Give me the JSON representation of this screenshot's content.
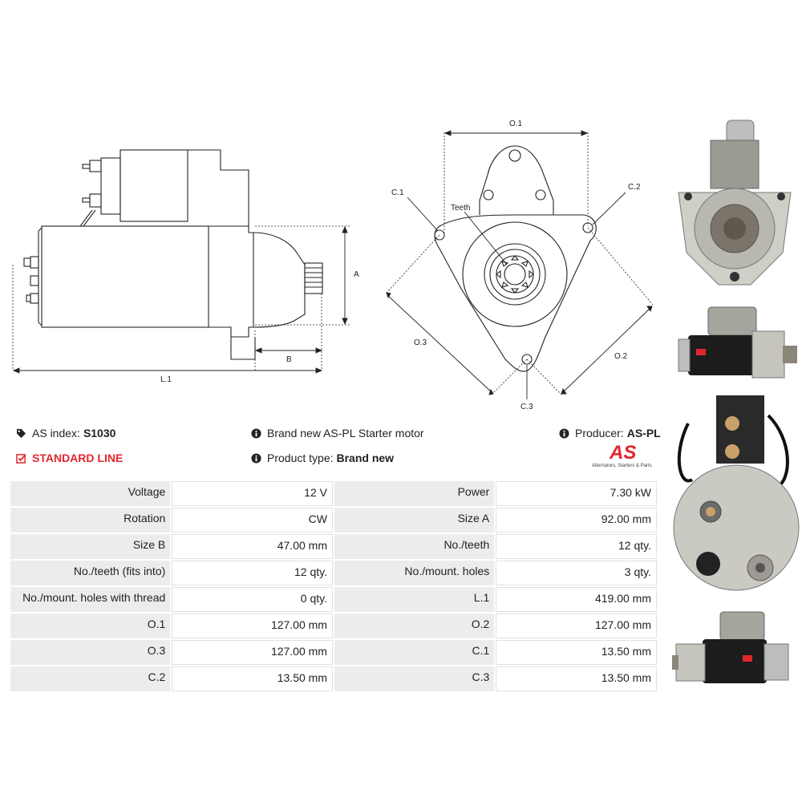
{
  "drawing_side": {
    "labels": {
      "a": "A",
      "b": "B",
      "l1": "L.1"
    }
  },
  "drawing_front": {
    "labels": {
      "o1": "O.1",
      "o2": "O.2",
      "o3": "O.3",
      "c1": "C.1",
      "c2": "C.2",
      "c3": "C.3",
      "teeth": "Teeth"
    }
  },
  "info": {
    "as_index_label": "AS index:",
    "as_index_value": "S1030",
    "standard_line": "STANDARD LINE",
    "description": "Brand new AS-PL Starter motor",
    "product_type_label": "Product type:",
    "product_type_value": "Brand new",
    "producer_label": "Producer:",
    "producer_value": "AS-PL"
  },
  "logo": {
    "text": "AS",
    "tagline": "Alternators, Starters & Parts"
  },
  "colors": {
    "accent": "#e3262e",
    "key_bg": "#ececec"
  },
  "specs": [
    [
      "Voltage",
      "12 V",
      "Power",
      "7.30 kW"
    ],
    [
      "Rotation",
      "CW",
      "Size A",
      "92.00 mm"
    ],
    [
      "Size B",
      "47.00 mm",
      "No./teeth",
      "12 qty."
    ],
    [
      "No./teeth (fits into)",
      "12 qty.",
      "No./mount. holes",
      "3 qty."
    ],
    [
      "No./mount. holes with thread",
      "0 qty.",
      "L.1",
      "419.00 mm"
    ],
    [
      "O.1",
      "127.00 mm",
      "O.2",
      "127.00 mm"
    ],
    [
      "O.3",
      "127.00 mm",
      "C.1",
      "13.50 mm"
    ],
    [
      "C.2",
      "13.50 mm",
      "C.3",
      "13.50 mm"
    ]
  ]
}
